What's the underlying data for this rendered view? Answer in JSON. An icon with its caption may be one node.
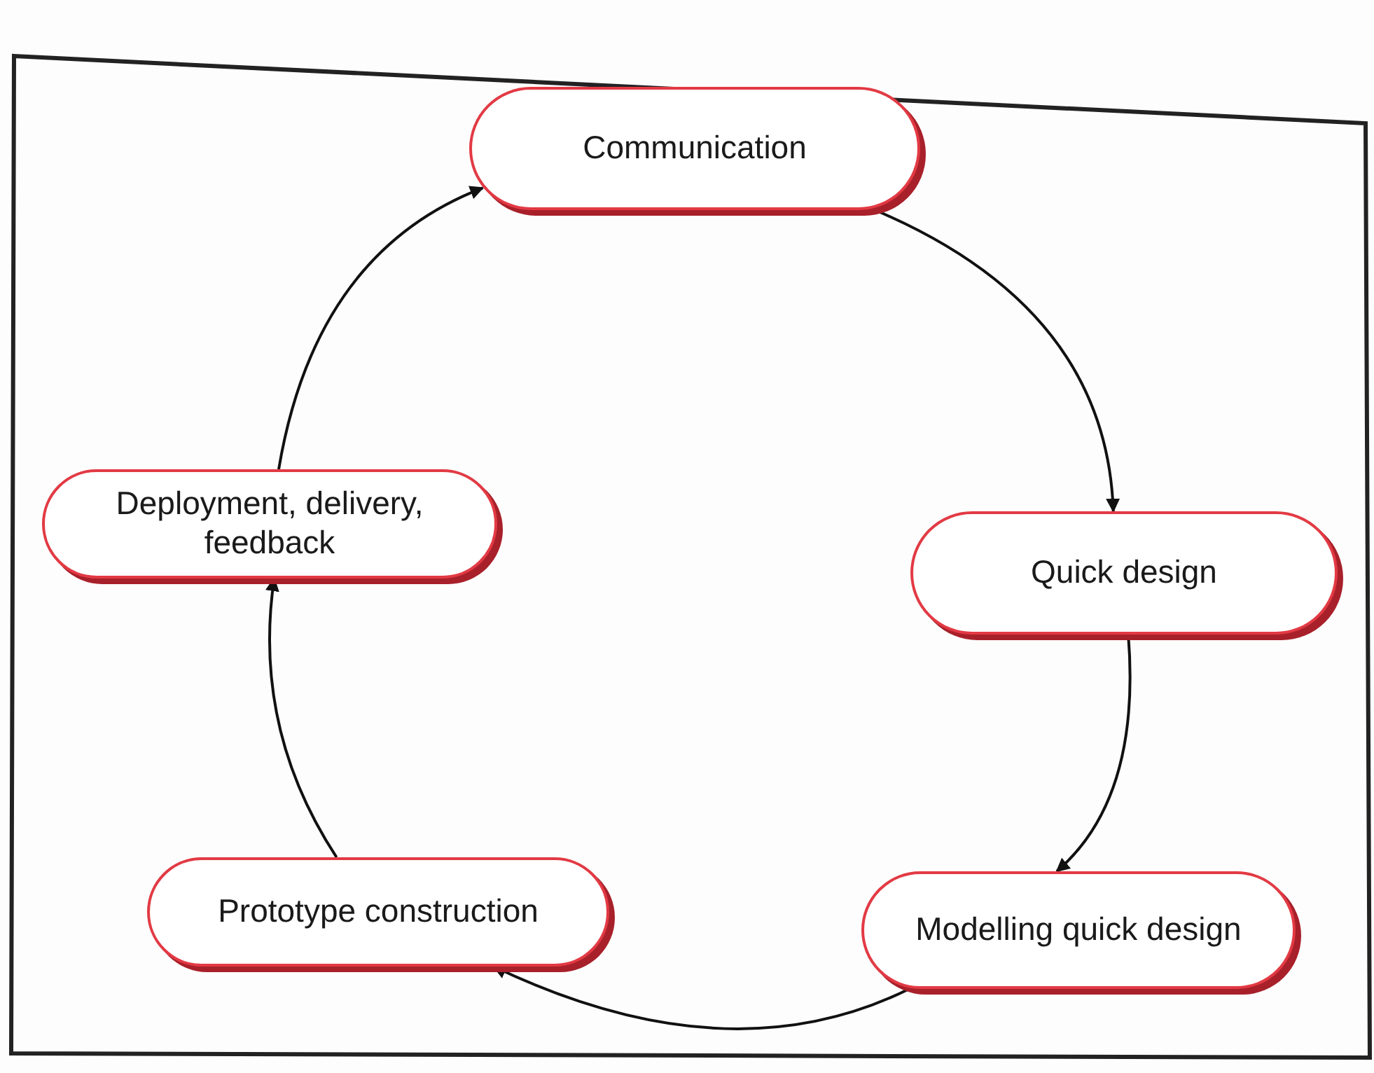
{
  "diagram": {
    "nodes": [
      {
        "text": [
          "Communication"
        ]
      },
      {
        "text": [
          "Quick design"
        ]
      },
      {
        "text": [
          "Modelling quick design"
        ]
      },
      {
        "text": [
          "Prototype construction"
        ]
      },
      {
        "text": [
          "Deployment, delivery, feedback"
        ]
      }
    ],
    "edges": [
      {
        "from": 0,
        "to": 1,
        "arrow": "to"
      },
      {
        "from": 1,
        "to": 2,
        "arrow": "to"
      },
      {
        "from": 2,
        "to": 3,
        "arrow": "to"
      },
      {
        "from": 3,
        "to": 4,
        "arrow": "to"
      },
      {
        "from": 4,
        "to": 0,
        "arrow": "to"
      }
    ]
  }
}
